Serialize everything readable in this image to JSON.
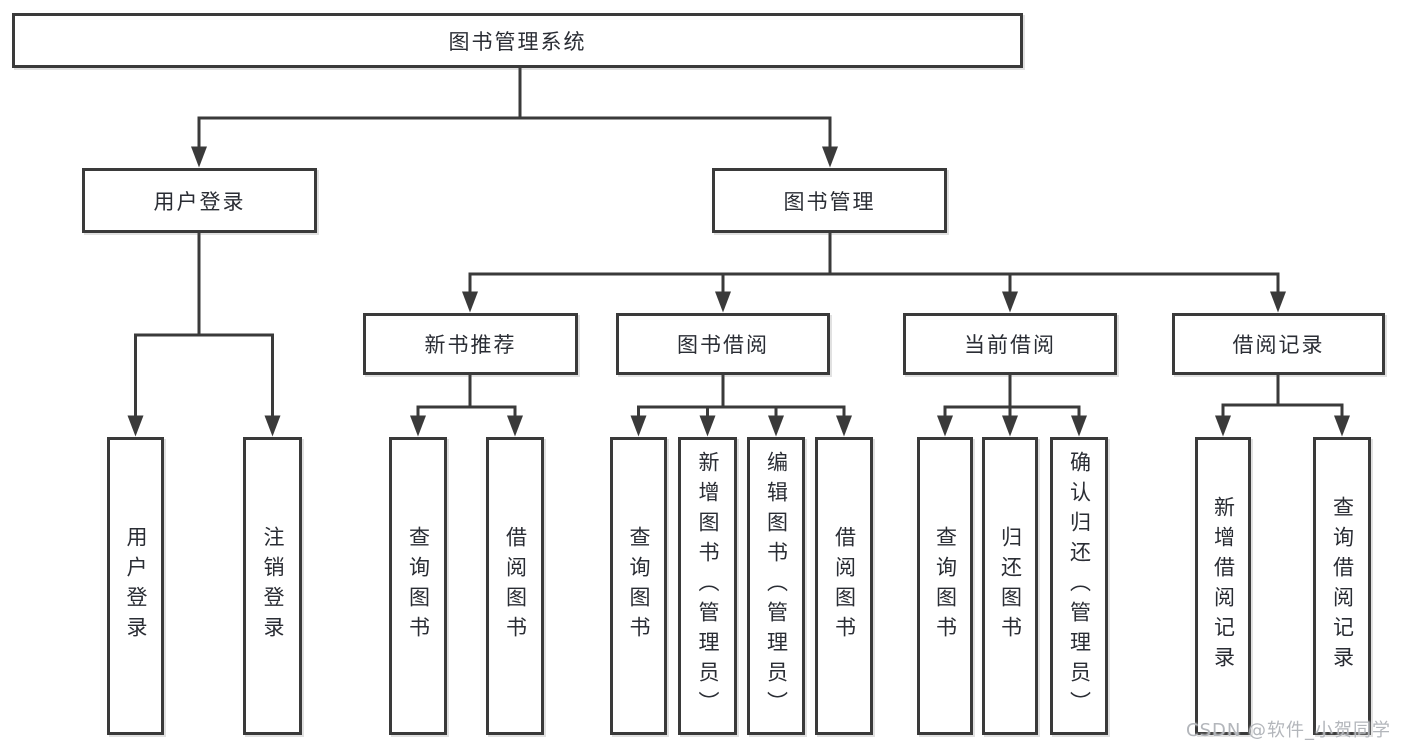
{
  "tree": {
    "label": "图书管理系统",
    "children": [
      {
        "label": "用户登录",
        "children": [
          {
            "label": "用户登录"
          },
          {
            "label": "注销登录"
          }
        ]
      },
      {
        "label": "图书管理",
        "children": [
          {
            "label": "新书推荐",
            "children": [
              {
                "label": "查询图书"
              },
              {
                "label": "借阅图书"
              }
            ]
          },
          {
            "label": "图书借阅",
            "children": [
              {
                "label": "查询图书"
              },
              {
                "label": "新增图书（管理员）"
              },
              {
                "label": "编辑图书（管理员）"
              },
              {
                "label": "借阅图书"
              }
            ]
          },
          {
            "label": "当前借阅",
            "children": [
              {
                "label": "查询图书"
              },
              {
                "label": "归还图书"
              },
              {
                "label": "确认归还（管理员）"
              }
            ]
          },
          {
            "label": "借阅记录",
            "children": [
              {
                "label": "新增借阅记录"
              },
              {
                "label": "查询借阅记录"
              }
            ]
          }
        ]
      }
    ]
  },
  "watermark": {
    "text": "CSDN @软件_小贺同学"
  },
  "colors": {
    "line": "#3a3a3a",
    "text": "#2a2d34",
    "background": "#ffffff",
    "watermark": "#b3b6bb"
  }
}
